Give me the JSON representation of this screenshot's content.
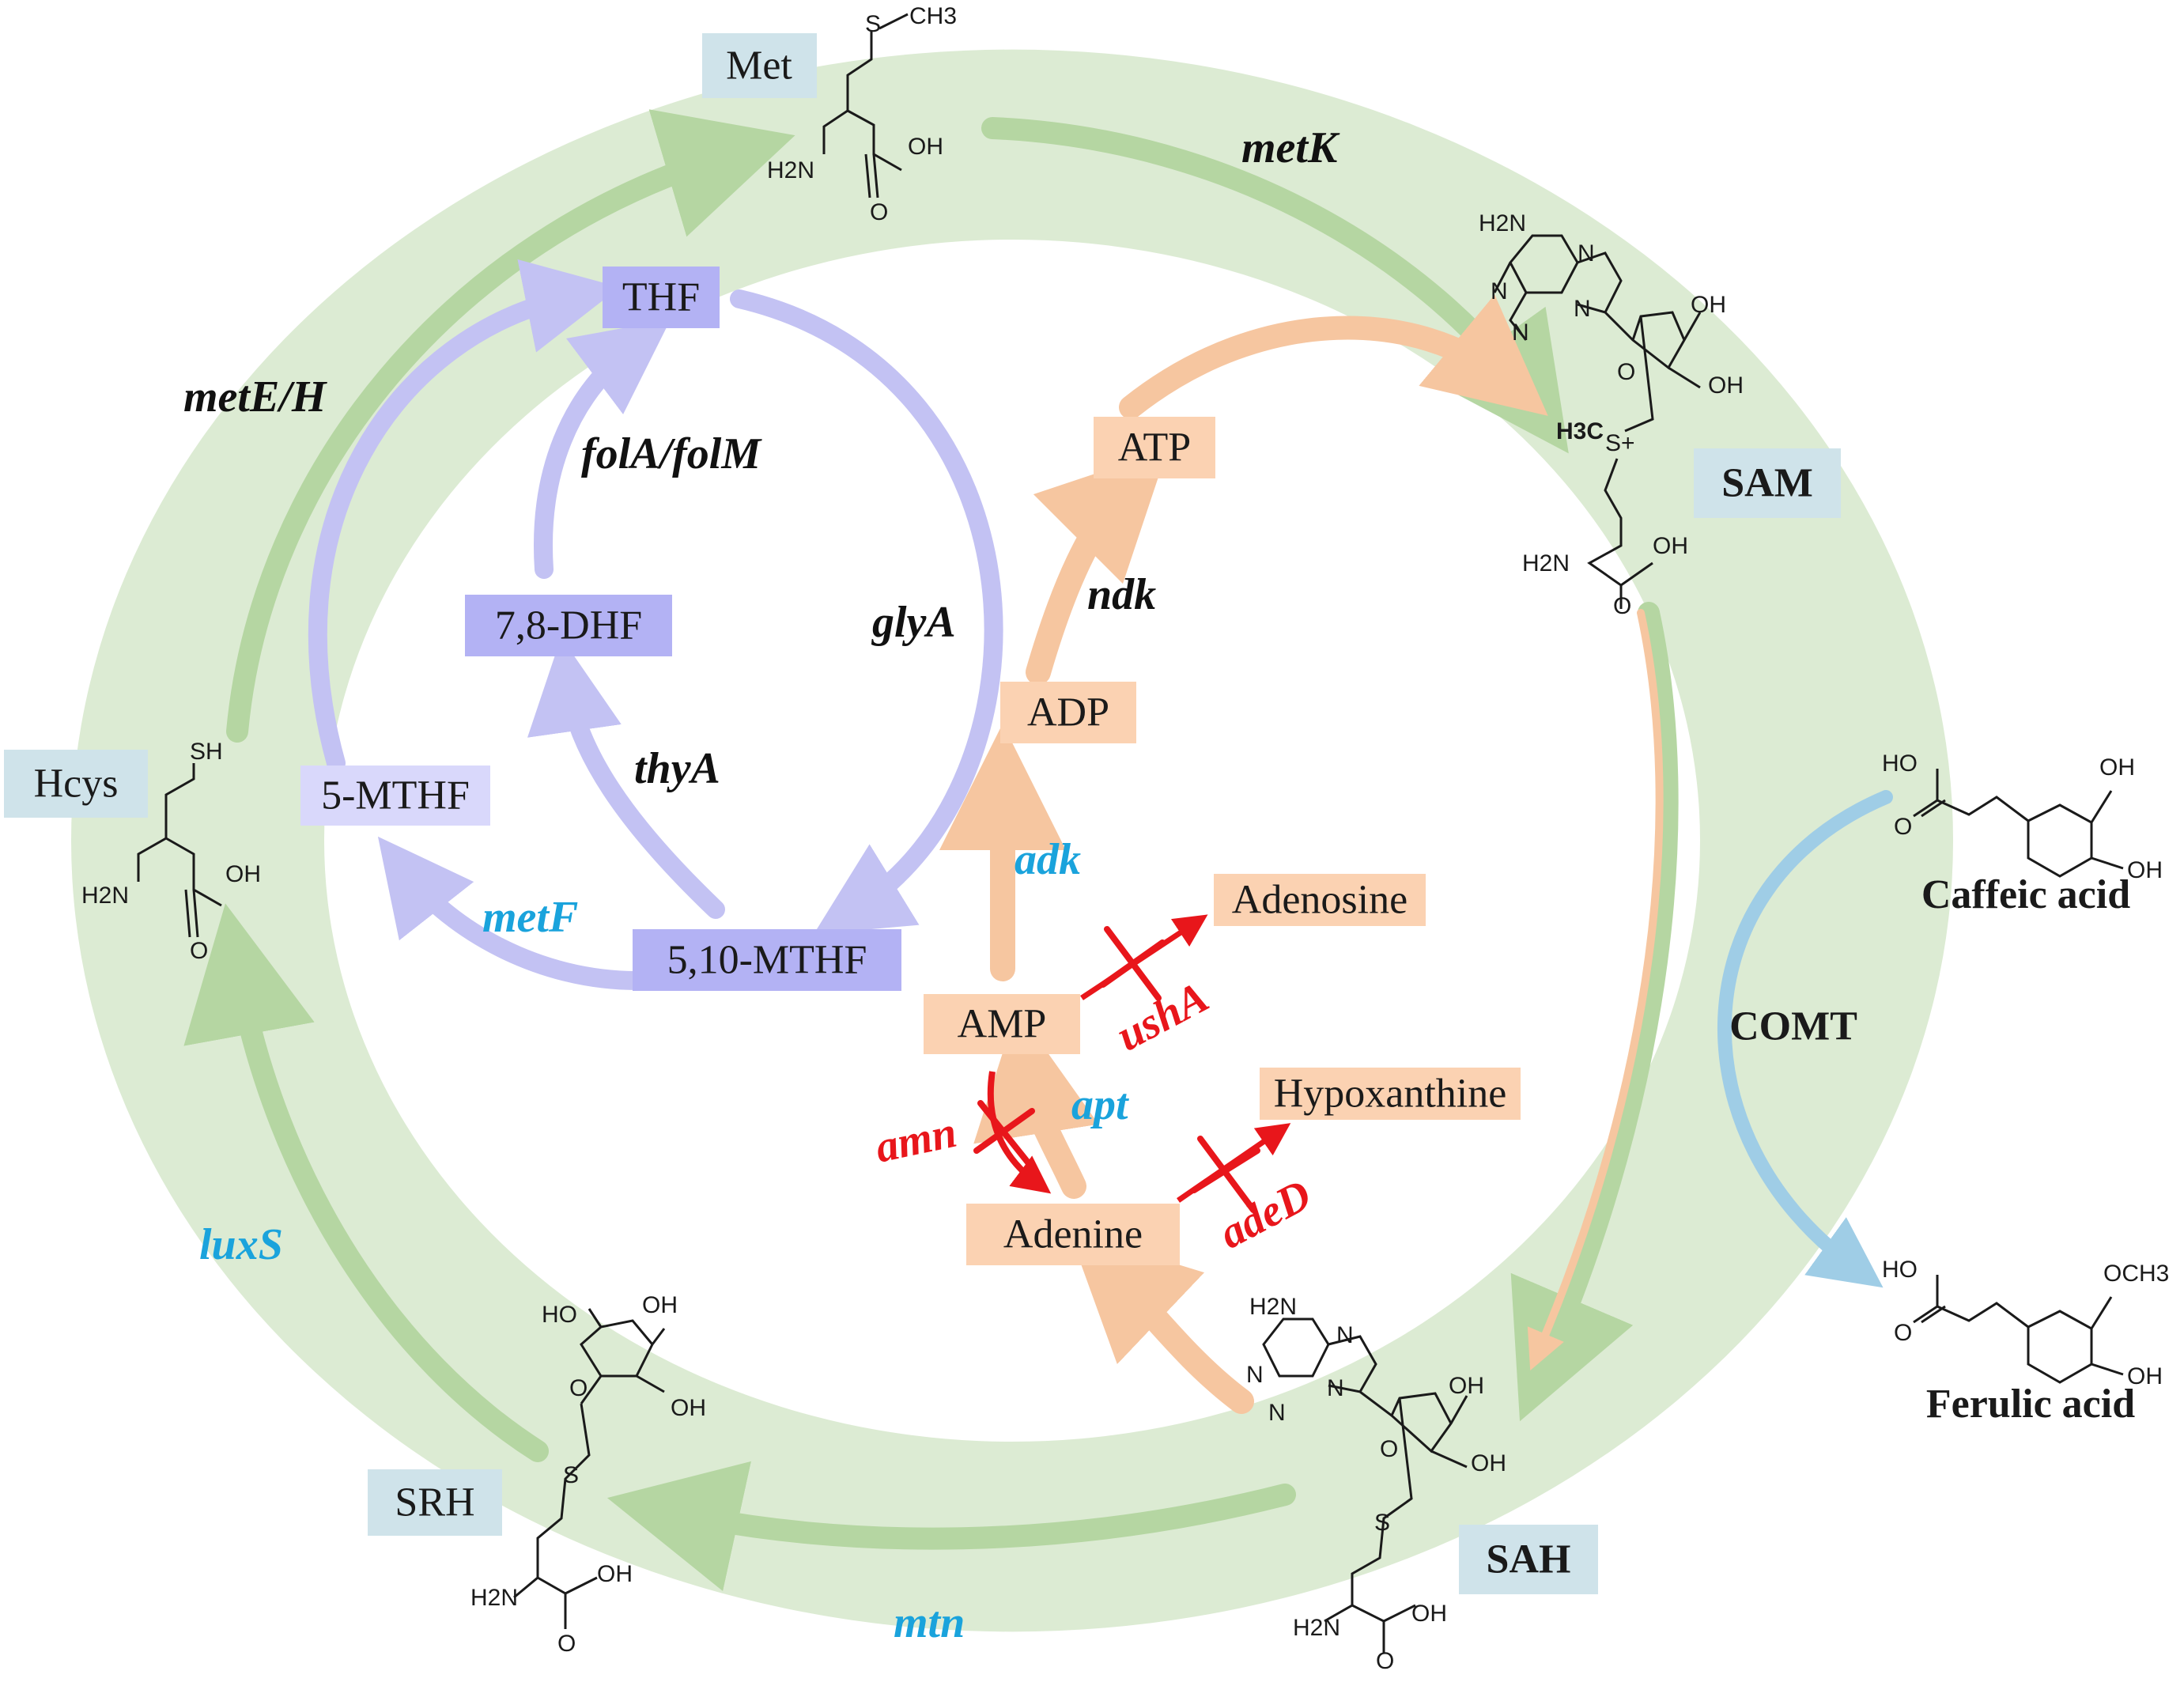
{
  "colors": {
    "ring": "#dcebd3",
    "green_arrow": "#b5d6a2",
    "purple_arrow": "#c3c2f3",
    "purple_box_dark": "#b3b2f4",
    "purple_box_light": "#d9d8fb",
    "orange_arrow": "#f6c6a0",
    "orange_box": "#fbd2b2",
    "blue_box": "#cfe3ea",
    "blue_arrow": "#9fcde6",
    "red": "#e8161b",
    "gene_black": "#111111",
    "gene_blue": "#1aa3dc",
    "hydroxyl_blue": "#1f4fd0",
    "methoxy_orange": "#e8683c"
  },
  "metabolites": {
    "met": "Met",
    "sam": "SAM",
    "sah": "SAH",
    "srh": "SRH",
    "hcys": "Hcys",
    "thf": "THF",
    "dhf": "7,8-DHF",
    "mthf5": "5-MTHF",
    "mthf510": "5,10-MTHF",
    "atp": "ATP",
    "adp": "ADP",
    "amp": "AMP",
    "adenine": "Adenine",
    "adenosine": "Adenosine",
    "hypoxanthine": "Hypoxanthine",
    "caffeic": "Caffeic acid",
    "ferulic": "Ferulic acid",
    "comt": "COMT"
  },
  "genes": {
    "metK": "metK",
    "metEH": "metE/H",
    "folAM": "folA/folM",
    "glyA": "glyA",
    "ndk": "ndk",
    "thyA": "thyA",
    "adk": "adk",
    "metF": "metF",
    "ushA": "ushA",
    "apt": "apt",
    "amn": "amn",
    "adeD": "adeD",
    "luxS": "luxS",
    "mtn": "mtn"
  },
  "atoms": {
    "ch3": "CH3",
    "h3c": "H3C",
    "och3": "OCH3",
    "s": "S",
    "s_plus": "S+",
    "sh": "SH",
    "oh": "OH",
    "ho": "HO",
    "h2n": "H2N",
    "o": "O",
    "n": "N"
  }
}
